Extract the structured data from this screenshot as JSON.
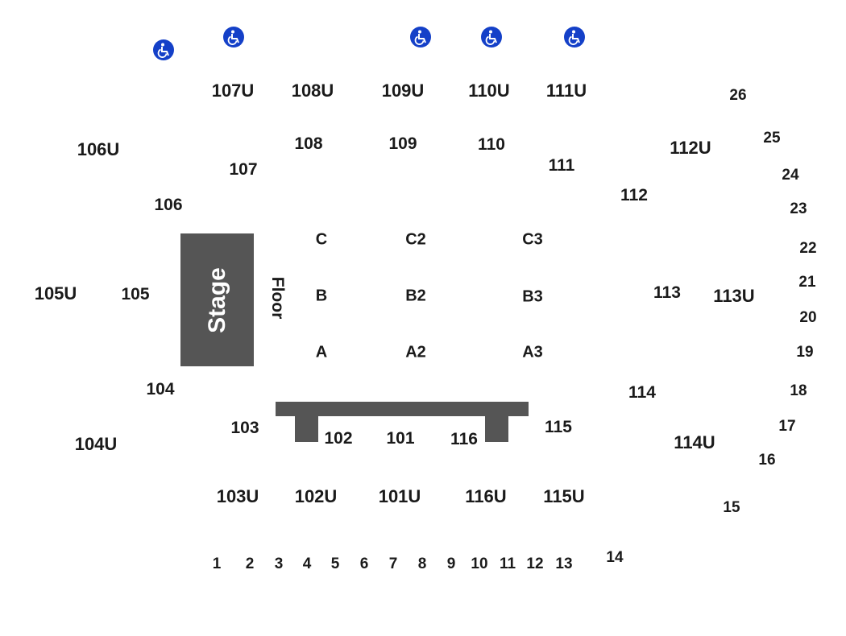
{
  "colors": {
    "stage": "#555555",
    "accessible_icon": "#1440c8",
    "text": "#1a1a1a",
    "background": "#ffffff"
  },
  "stage": {
    "label": "Stage"
  },
  "floor": {
    "label": "Floor"
  },
  "accessible_icons": [
    "wheelchair-icon",
    "wheelchair-icon",
    "wheelchair-icon",
    "wheelchair-icon",
    "wheelchair-icon"
  ],
  "upper_sections": [
    "107U",
    "108U",
    "109U",
    "110U",
    "111U",
    "106U",
    "112U",
    "105U",
    "113U",
    "104U",
    "114U",
    "103U",
    "102U",
    "101U",
    "116U",
    "115U"
  ],
  "lower_sections": [
    "108",
    "109",
    "110",
    "107",
    "111",
    "106",
    "112",
    "105",
    "113",
    "104",
    "114",
    "103",
    "115",
    "102",
    "101",
    "116"
  ],
  "floor_sections": [
    "C",
    "C2",
    "C3",
    "B",
    "B2",
    "B3",
    "A",
    "A2",
    "A3"
  ],
  "numbered_sections": [
    "26",
    "25",
    "24",
    "23",
    "22",
    "21",
    "20",
    "19",
    "18",
    "17",
    "16",
    "15",
    "14",
    "13",
    "12",
    "11",
    "10",
    "9",
    "8",
    "7",
    "6",
    "5",
    "4",
    "3",
    "2",
    "1"
  ]
}
